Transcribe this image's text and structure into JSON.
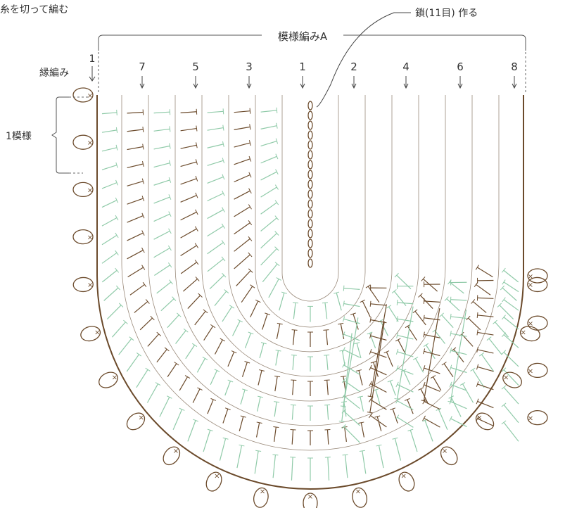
{
  "labels": {
    "cut_yarn_note": "糸を切って編む",
    "chain_note": "鎖(11目) 作る",
    "pattern_a": "模様編みA",
    "border": "縁編み",
    "repeat_unit": "1模様",
    "border_row": "1"
  },
  "row_numbers": [
    "7",
    "5",
    "3",
    "1",
    "2",
    "4",
    "6",
    "8"
  ],
  "colors": {
    "brown": "#6b4a2b",
    "green": "#8fcaa8",
    "text": "#333333",
    "arrow": "#444444"
  }
}
